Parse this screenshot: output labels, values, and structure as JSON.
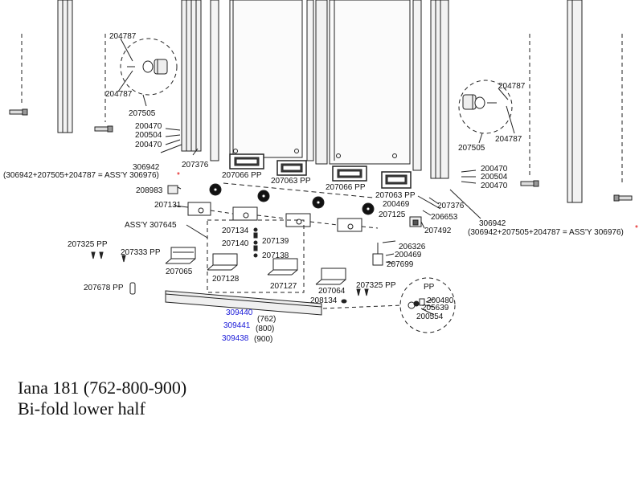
{
  "labels": {
    "p204787_l1": "204787",
    "p204787_l2": "204787",
    "p207505_l": "207505",
    "p200470_l1": "200470",
    "p200504_l": "200504",
    "p200470_l2": "200470",
    "p306942_l": "306942",
    "assy_l": "(306942+207505+204787 = ASS'Y 306976)",
    "p207376_l": "207376",
    "p207066_l": "207066 PP",
    "p207063_l": "207063 PP",
    "p207066_r": "207066 PP",
    "p207063_r": "207063 PP",
    "p208983": "208983",
    "p207131": "207131",
    "p200469_a": "200469",
    "p207125": "207125",
    "assy307645": "ASS'Y 307645",
    "p207134": "207134",
    "p207139": "207139",
    "p207140": "207140",
    "p207138": "207138",
    "p207325_l": "207325 PP",
    "p207333": "207333 PP",
    "p207065": "207065",
    "p207128": "207128",
    "p207127": "207127",
    "p207064": "207064",
    "p207678": "207678 PP",
    "p208134": "208134",
    "p207325_r": "207325 PP",
    "pp_detail": "PP",
    "p200480": "200480",
    "p205639": "205639",
    "p200554": "200554",
    "p207376_r": "207376",
    "p206653": "206653",
    "p207492": "207492",
    "p306942_r": "306942",
    "assy_r": "(306942+207505+204787 = ASS'Y 306976)",
    "p206326": "206326",
    "p200469_b": "200469",
    "p207699": "207699",
    "p204787_r1": "204787",
    "p207505_r": "207505",
    "p204787_r2": "204787",
    "p200470_r1": "200470",
    "p200504_r": "200504",
    "p200470_r2": "200470",
    "star": "*",
    "s309440": "309440",
    "w762": "(762)",
    "s309441": "309441",
    "w800": "(800)",
    "s309438": "309438",
    "w900": "(900)"
  },
  "caption": {
    "line1": "Iana 181 (762-800-900)",
    "line2": "Bi-fold lower half"
  }
}
